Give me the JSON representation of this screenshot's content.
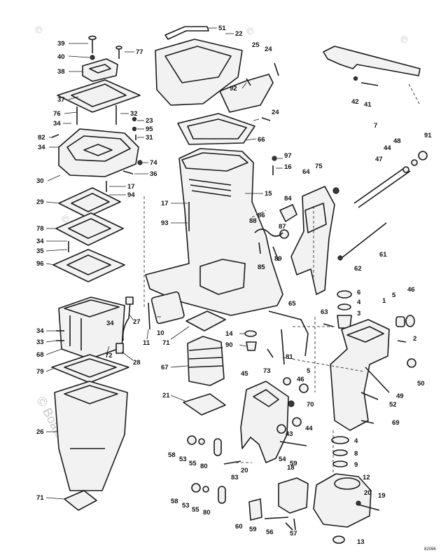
{
  "diagram": {
    "code": "82096",
    "watermark": "© Boats.net",
    "part_numbers": [
      "1",
      "2",
      "3",
      "4",
      "5",
      "6",
      "7",
      "8",
      "9",
      "10",
      "11",
      "12",
      "13",
      "14",
      "15",
      "16",
      "17",
      "18",
      "19",
      "20",
      "21",
      "22",
      "23",
      "24",
      "25",
      "26",
      "27",
      "28",
      "29",
      "30",
      "31",
      "32",
      "33",
      "34",
      "35",
      "36",
      "37",
      "38",
      "39",
      "40",
      "41",
      "42",
      "43",
      "44",
      "45",
      "46",
      "47",
      "48",
      "49",
      "50",
      "51",
      "52",
      "53",
      "54",
      "55",
      "56",
      "57",
      "58",
      "59",
      "60",
      "61",
      "62",
      "63",
      "64",
      "65",
      "66",
      "67",
      "68",
      "69",
      "70",
      "71",
      "72",
      "73",
      "74",
      "75",
      "76",
      "77",
      "78",
      "79",
      "80",
      "81",
      "82",
      "83",
      "84",
      "85",
      "86",
      "87",
      "88",
      "89",
      "90",
      "91",
      "92",
      "93",
      "94",
      "95",
      "96",
      "97"
    ]
  }
}
